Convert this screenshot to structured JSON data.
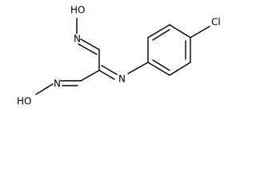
{
  "molecule": {
    "atoms": {
      "hydroxyl_top": "HO",
      "oxime_nitrogen_top": "N",
      "imine_nitrogen": "N",
      "chlorine": "Cl",
      "hydroxyl_bottom": "HO",
      "oxime_nitrogen_bottom": "N"
    }
  }
}
